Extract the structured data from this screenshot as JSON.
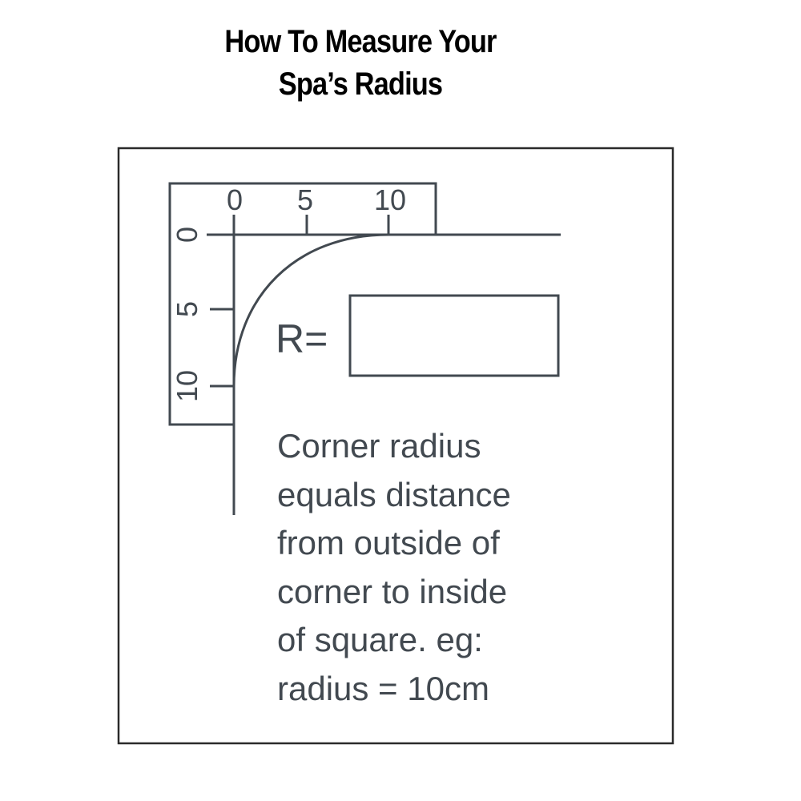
{
  "title": {
    "line1": "How To Measure Your",
    "line2": "Spa’s Radius"
  },
  "gauge": {
    "top_scale": [
      "0",
      "5",
      "10"
    ],
    "side_scale": [
      "0",
      "5",
      "10"
    ]
  },
  "formula": {
    "label": "R=",
    "value": ""
  },
  "caption": "Corner radius\nequals distance\nfrom outside of\ncorner to inside\nof square. eg:\nradius = 10cm",
  "colors": {
    "title": "#000000",
    "frame": "#2a2a2a",
    "diagram_ink": "#424950"
  }
}
